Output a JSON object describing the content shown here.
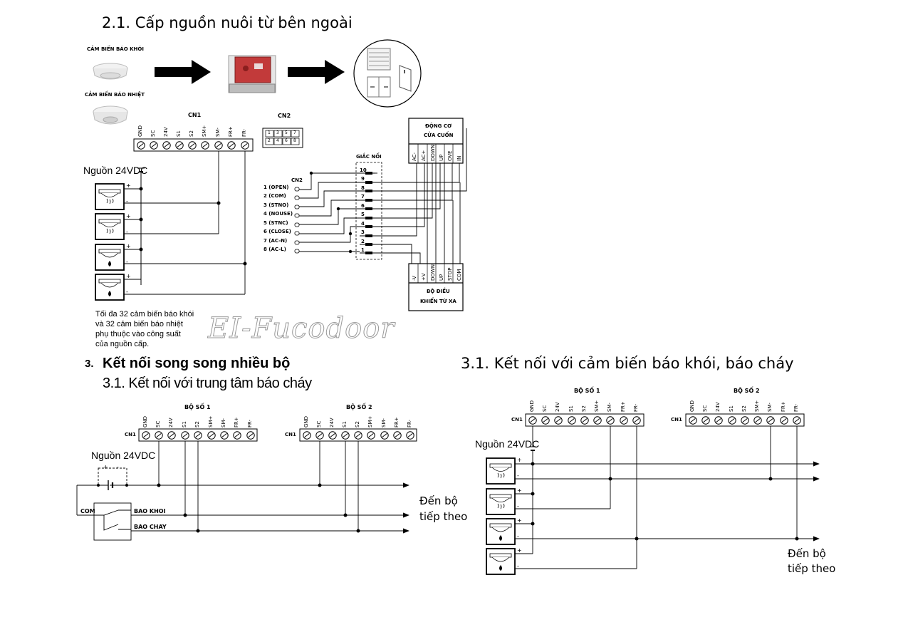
{
  "section_2_1": {
    "title": "2.1. Cấp nguồn nuôi từ bên ngoài",
    "smoke_sensor_label": "CẢM BIẾN BÁO KHÓI",
    "heat_sensor_label": "CẢM BIẾN BÁO NHIỆT",
    "cn1_label": "CN1",
    "cn2_label": "CN2",
    "cn1_terminals": [
      "GND",
      "SC",
      "24V",
      "S1",
      "S2",
      "SM+",
      "SM-",
      "FR+",
      "FR-"
    ],
    "cn2_numbers": [
      "1",
      "3",
      "5",
      "7",
      "2",
      "4",
      "6",
      "8"
    ],
    "power_label": "Nguồn 24VDC",
    "plus": "+",
    "minus": "-",
    "note_lines": [
      "Tối đa 32 cảm biến báo khói",
      "và 32 cảm biến báo nhiệt",
      "phụ thuộc vào công suất",
      "của nguồn cấp."
    ],
    "connector_title": "GIẮC NỐI",
    "connector_numbers": [
      "10",
      "9",
      "8",
      "7",
      "6",
      "5",
      "4",
      "3",
      "2",
      "1"
    ],
    "cn2_small": "CN2",
    "cn2_pins": [
      "1 (OPEN)",
      "2 (COM)",
      "3 (STNO)",
      "4 (NOUSE)",
      "5 (STNC)",
      "6 (CLOSE)",
      "7 (AC-N)",
      "8 (AC-L)"
    ],
    "motor_title_1": "ĐỘNG CƠ",
    "motor_title_2": "CỬA CUỐN",
    "motor_terminals": [
      "AC-",
      "AC+",
      "DOWN",
      "UP",
      "OVE",
      "IN"
    ],
    "remote_title_1": "BỘ ĐIỀU",
    "remote_title_2": "KHIỂN TỪ XA",
    "remote_terminals": [
      "-V",
      "+V",
      "DOWN",
      "UP",
      "STOP",
      "COM"
    ],
    "watermark": "EI-Fucodoor"
  },
  "section_3": {
    "number": "3.",
    "title": "Kết nối song song nhiều bộ",
    "sub_title": "3.1. Kết nối với trung tâm báo cháy",
    "unit1_label": "BỘ SỐ 1",
    "unit2_label": "BỘ SỐ 2",
    "cn1_label": "CN1",
    "power_label": "Nguồn 24VDC",
    "com_label": "COM",
    "smoke_alarm": "BAO KHOI",
    "fire_alarm": "BAO CHAY",
    "next_line_1": "Đến bộ",
    "next_line_2": "tiếp theo"
  },
  "section_3_1_right": {
    "title": "3.1. Kết nối với cảm biến báo khói, báo cháy",
    "unit1_label": "BỘ SỐ 1",
    "unit2_label": "BỘ SỐ 2",
    "cn1_label": "CN1",
    "power_label": "Nguồn 24VDC",
    "next_line_1": "Đến bộ",
    "next_line_2": "tiếp theo"
  }
}
